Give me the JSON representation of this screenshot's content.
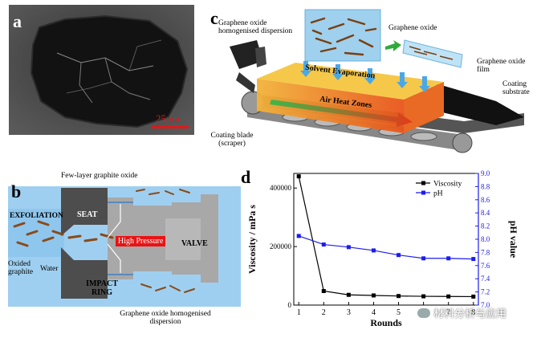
{
  "panel_a": {
    "label": "a",
    "scalebar_text": "25μm",
    "colors": {
      "scalebar": "#e01818"
    }
  },
  "panel_b": {
    "label": "b",
    "texts": {
      "few_layer": "Few-layer graphite oxide",
      "exfoliation": "EXFOLIATION",
      "seat": "SEAT",
      "high_pressure": "High Pressure",
      "valve": "VALVE",
      "oxided_graphite": "Oxided graphite",
      "water": "Water",
      "impact_ring": "IMPACT RING",
      "go_dispersion": "Graphene oxide homogenised dispersion"
    }
  },
  "panel_c": {
    "label": "c",
    "texts": {
      "dispersion": "Graphene oxide homogenised dispersion",
      "graphene_oxide": "Graphene oxide",
      "film": "Graphene oxide film",
      "coating_substrate": "Coating substrate",
      "solvent_evaporation": "Solvent Evaporation",
      "air_heat_zones": "Air Heat Zones",
      "coating_blade": "Coating blade (scraper)"
    }
  },
  "panel_d": {
    "label": "d"
  },
  "watermark": {
    "text": "材料分析与应用"
  },
  "chart_data": {
    "type": "line",
    "xlabel": "Rounds",
    "ylabel": "Viscosity / mPa s",
    "y2label": "pH value",
    "x": [
      1,
      2,
      3,
      4,
      5,
      6,
      7,
      8
    ],
    "xlim": [
      0.8,
      8.2
    ],
    "ylim": [
      0,
      450000
    ],
    "y2lim": [
      7.0,
      9.0
    ],
    "yticks": [
      "0",
      "200000",
      "400000"
    ],
    "y2ticks": [
      "7.0",
      "7.2",
      "7.4",
      "7.6",
      "7.8",
      "8.0",
      "8.2",
      "8.4",
      "8.6",
      "8.8",
      "9.0"
    ],
    "series": [
      {
        "name": "Viscosity",
        "axis": "left",
        "color": "#000000",
        "values": [
          440000,
          48000,
          35000,
          33000,
          31000,
          30000,
          29500,
          29000
        ]
      },
      {
        "name": "pH",
        "axis": "right",
        "color": "#1c1cf0",
        "values": [
          8.05,
          7.92,
          7.88,
          7.83,
          7.76,
          7.71,
          7.71,
          7.7
        ]
      }
    ]
  }
}
